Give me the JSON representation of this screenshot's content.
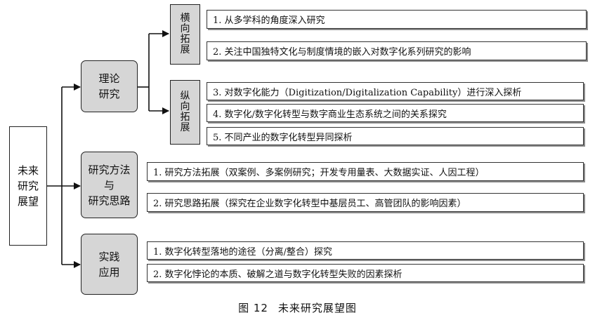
{
  "root": {
    "label_lines": [
      "未来",
      "研究",
      "展望"
    ]
  },
  "branches": {
    "theory": {
      "label_lines": [
        "理论",
        "研究"
      ]
    },
    "method": {
      "label_lines": [
        "研究方法",
        "与",
        "研究思路"
      ]
    },
    "practice": {
      "label_lines": [
        "实践",
        "应用"
      ]
    }
  },
  "sub_branches": {
    "horizontal": {
      "label_chars": [
        "横",
        "向",
        "拓",
        "展"
      ]
    },
    "vertical": {
      "label_chars": [
        "纵",
        "向",
        "拓",
        "展"
      ]
    }
  },
  "items": {
    "horizontal": [
      "1. 从多学科的角度深入研究",
      "2. 关注中国独特文化与制度情境的嵌入对数字化系列研究的影响"
    ],
    "vertical": [
      "3. 对数字化能力（Digitization/Digitalization Capability）进行深入探析",
      "4. 数字化/数字化转型与数字商业生态系统之间的关系探究",
      "5. 不同产业的数字化转型异同探析"
    ],
    "method": [
      "1. 研究方法拓展（双案例、多案例研究；开发专用量表、大数据实证、人因工程）",
      "2. 研究思路拓展（探究在企业数字化转型中基层员工、高管团队的影响因素）"
    ],
    "practice": [
      "1. 数字化转型落地的途径（分离/整合）探究",
      "2. 数字化悖论的本质、破解之道与数字化转型失败的因素探析"
    ]
  },
  "caption": {
    "number": "图 12",
    "title": "未来研究展望图"
  }
}
